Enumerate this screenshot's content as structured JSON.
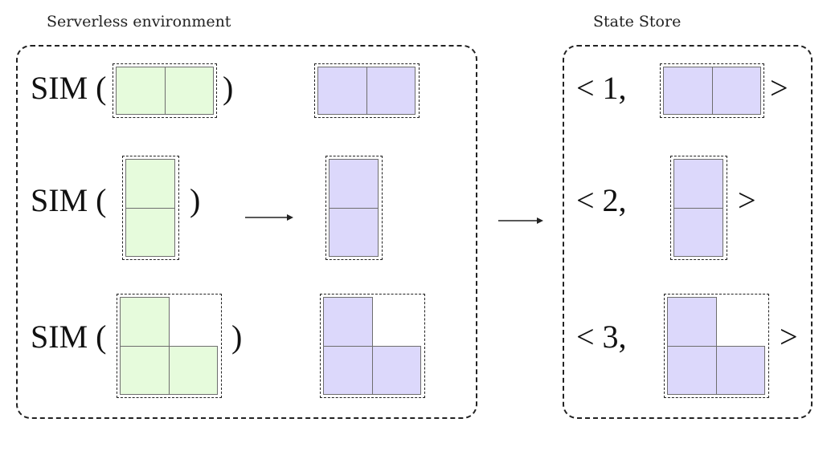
{
  "serverless_title": "Serverless environment",
  "state_store_title": "State Store",
  "sim_label": "SIM (",
  "close_paren": ")",
  "state_entries": [
    {
      "open": "< 1,",
      "close": ">"
    },
    {
      "open": "< 2,",
      "close": ">"
    },
    {
      "open": "< 3,",
      "close": ">"
    }
  ],
  "colors": {
    "input_cell": "#e6fbdc",
    "output_cell": "#dcd8fb",
    "border": "#222222"
  }
}
